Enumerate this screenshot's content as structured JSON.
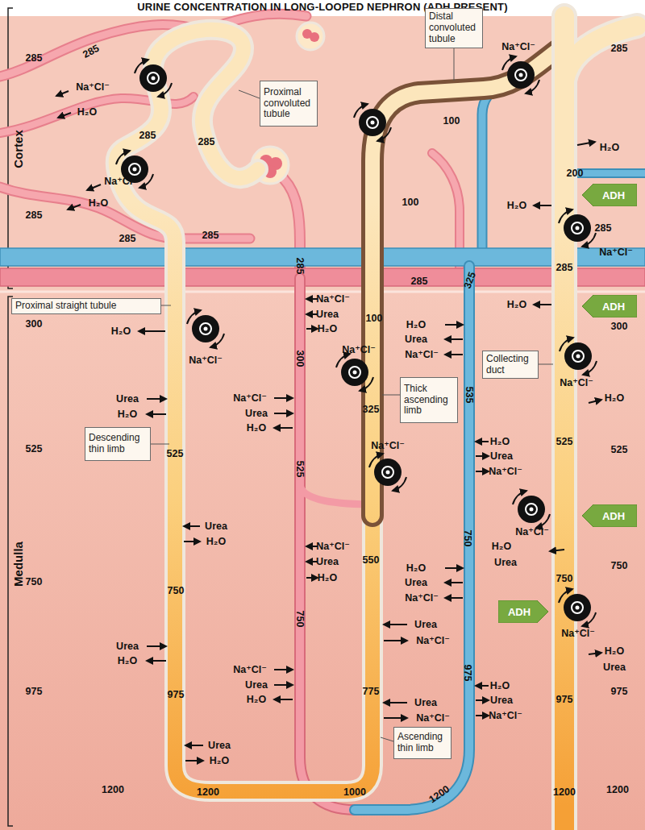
{
  "diagram": {
    "title": "URINE CONCENTRATION IN LONG-LOOPED NEPHRON (ADH PRESENT)",
    "nodes": [
      {
        "text": [
          "Distal convoluted tubule"
        ]
      },
      {
        "text": [
          "Proximal convoluted tubule"
        ]
      },
      {
        "text": [
          "ADH"
        ]
      },
      {
        "text": [
          "ADH"
        ]
      },
      {
        "text": [
          "Proximal straight tubule"
        ]
      },
      {
        "text": [
          "Collecting duct"
        ]
      },
      {
        "text": [
          "Thick ascending limb"
        ]
      },
      {
        "text": [
          "Descending thin limb"
        ]
      },
      {
        "text": [
          "ADH"
        ]
      },
      {
        "text": [
          "ADH"
        ]
      },
      {
        "text": [
          "Ascending thin limb"
        ]
      }
    ],
    "labels": [
      "Cortex",
      "Medulla",
      "285",
      "285",
      "285",
      "Na⁺Cl⁻",
      "H₂O",
      "Na⁺Cl⁻",
      "100",
      "285",
      "285",
      "H₂O",
      "200",
      "Na⁺Cl⁻",
      "H₂O",
      "100",
      "H₂O",
      "285",
      "285",
      "285",
      "285",
      "Na⁺Cl⁻",
      "285",
      "285",
      "285",
      "325",
      "Na⁺Cl⁻",
      "Urea",
      "H₂O",
      "H₂O",
      "300",
      "300",
      "H₂O",
      "100",
      "H₂O",
      "Urea",
      "Na⁺Cl⁻",
      "300",
      "Na⁺Cl⁻",
      "Na⁺Cl⁻",
      "Na⁺Cl⁻",
      "H₂O",
      "535",
      "Urea",
      "H₂O",
      "Na⁺Cl⁻",
      "Urea",
      "H₂O",
      "325",
      "H₂O",
      "Urea",
      "Na⁺Cl⁻",
      "Na⁺Cl⁻",
      "525",
      "525",
      "525",
      "525",
      "525",
      "Urea",
      "H₂O",
      "Na⁺Cl⁻",
      "H₂O",
      "Urea",
      "750",
      "Na⁺Cl⁻",
      "Urea",
      "H₂O",
      "550",
      "750",
      "H₂O",
      "Urea",
      "Na⁺Cl⁻",
      "750",
      "750",
      "750",
      "750",
      "Urea",
      "Na⁺Cl⁻",
      "Na⁺Cl⁻",
      "Urea",
      "H₂O",
      "H₂O",
      "Urea",
      "Na⁺Cl⁻",
      "Urea",
      "H₂O",
      "975",
      "H₂O",
      "Urea",
      "Na⁺Cl⁻",
      "975",
      "975",
      "975",
      "775",
      "975",
      "Urea",
      "Na⁺Cl⁻",
      "Urea",
      "H₂O",
      "1200",
      "1200",
      "1000",
      "1200",
      "1200",
      "1200"
    ]
  }
}
